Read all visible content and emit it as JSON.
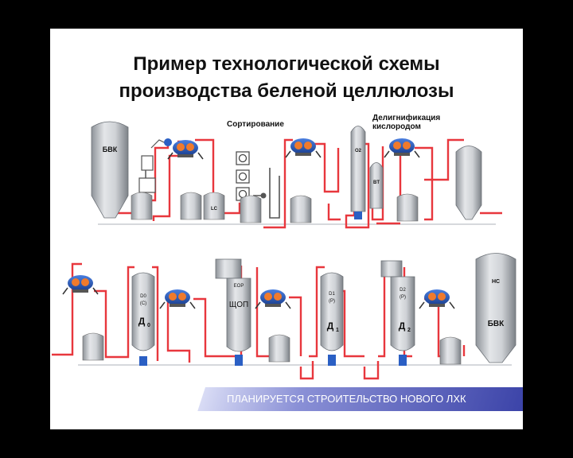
{
  "title_line1": "Пример технологической схемы",
  "title_line2": "производства беленой целлюлозы",
  "section_sorting": "Сортирование",
  "section_delig_line1": "Делигнификация",
  "section_delig_line2": "кислородом",
  "vessels": {
    "bvk_top": "БВК",
    "lc": "LC",
    "o2": "O2",
    "bt": "BT",
    "d0_code1": "D0",
    "d0_code2": "(C)",
    "d0_name": "Д",
    "d0_sub": "0",
    "eop": "EOP",
    "shchop": "ЩОП",
    "d1_code1": "D1",
    "d1_code2": "(P)",
    "d1_name": "Д",
    "d1_sub": "1",
    "d2_code1": "D2",
    "d2_code2": "(P)",
    "d2_name": "Д",
    "d2_sub": "2",
    "hc": "НС",
    "bvk_bottom": "БВК"
  },
  "banner": "ПЛАНИРУЕТСЯ СТРОИТЕЛЬСТВО НОВОГО ЛХК",
  "colors": {
    "pipe": "#e8373d",
    "washer": "#2a5fc4",
    "washer_drum": "#f07a2c",
    "vessel": "#b8bcc2",
    "banner_dark": "#3b43a8"
  }
}
